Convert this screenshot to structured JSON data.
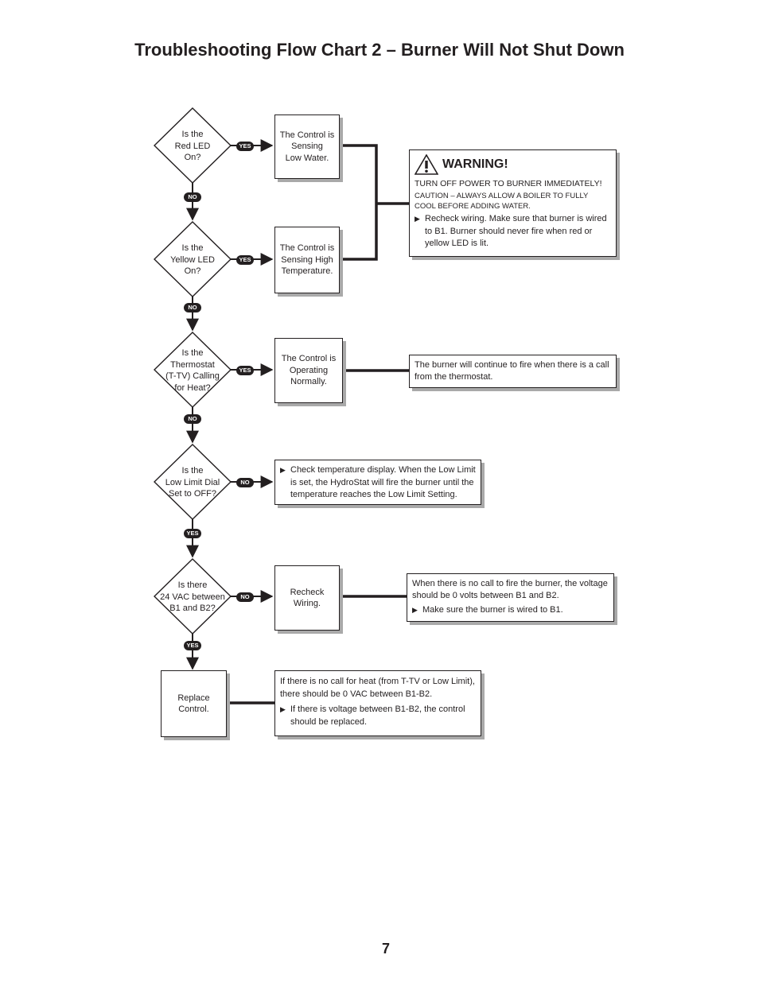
{
  "title": "Troubleshooting Flow Chart 2 – Burner Will Not Shut Down",
  "page_number": "7",
  "decisions": [
    {
      "text": "Is the\nRed LED\nOn?",
      "right_label": "YES",
      "down_label": "NO"
    },
    {
      "text": "Is the\nYellow LED\nOn?",
      "right_label": "YES",
      "down_label": "NO"
    },
    {
      "text": "Is the\nThermostat\n(T-TV) Calling\nfor Heat?",
      "right_label": "YES",
      "down_label": "NO"
    },
    {
      "text": "Is the\nLow Limit Dial\nSet to OFF?",
      "right_label": "NO",
      "down_label": "YES"
    },
    {
      "text": "Is there\n24 VAC between\nB1 and B2?",
      "right_label": "NO",
      "down_label": "YES"
    }
  ],
  "actions": {
    "low_water": "The Control is\nSensing\nLow Water.",
    "high_temp": "The Control is\nSensing High\nTemperature.",
    "normal": "The Control is\nOperating\nNormally.",
    "low_limit_check": "Check temperature display. When the Low Limit is set, the HydroStat will fire the burner until the temperature reaches the Low Limit Setting.",
    "recheck_wiring": "Recheck\nWiring.",
    "replace_control": "Replace\nControl."
  },
  "warning": {
    "title": "WARNING!",
    "line1": "TURN OFF POWER TO BURNER IMMEDIATELY!",
    "line2": "CAUTION – ALWAYS ALLOW A BOILER TO FULLY COOL BEFORE ADDING WATER.",
    "bullet": "Recheck wiring. Make sure that burner is wired to B1. Burner should never fire when red or yellow LED is lit."
  },
  "notes": {
    "thermostat_note": "The burner will continue to fire when there is a call from the thermostat.",
    "voltage_note": "When there is no call to fire the burner, the voltage should be 0 volts between B1 and B2.",
    "voltage_bullet": "Make sure the burner is wired to B1.",
    "replace_note": "If there is no call for heat (from T-TV or Low Limit), there should be 0 VAC between B1-B2.",
    "replace_bullet": "If there is voltage between B1-B2, the control should be replaced."
  }
}
